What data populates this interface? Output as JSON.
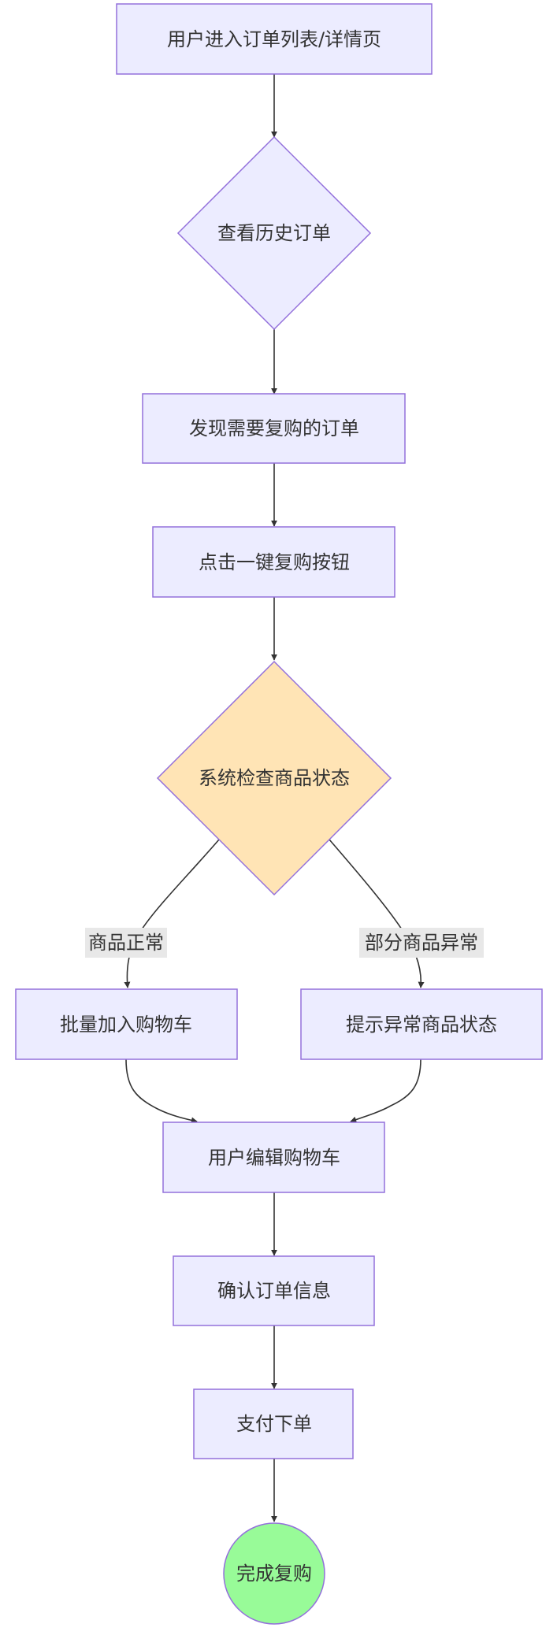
{
  "nodes": {
    "enter_orders": "用户进入订单列表/详情页",
    "view_history": "查看历史订单",
    "find_order": "发现需要复购的订单",
    "click_rebuy": "点击一键复购按钮",
    "check_status": "系统检查商品状态",
    "batch_add": "批量加入购物车",
    "show_abnormal": "提示异常商品状态",
    "edit_cart": "用户编辑购物车",
    "confirm_order": "确认订单信息",
    "pay_order": "支付下单",
    "complete_rebuy": "完成复购"
  },
  "edges": {
    "normal_label": "商品正常",
    "partial_abnormal_label": "部分商品异常"
  },
  "colors": {
    "node_fill": "#ececff",
    "node_stroke": "#9370db",
    "highlight_fill": "#ffe4b5",
    "end_fill": "#98fb98",
    "edge": "#333333",
    "edge_label_bg": "#e8e8e8",
    "text": "#333333"
  }
}
